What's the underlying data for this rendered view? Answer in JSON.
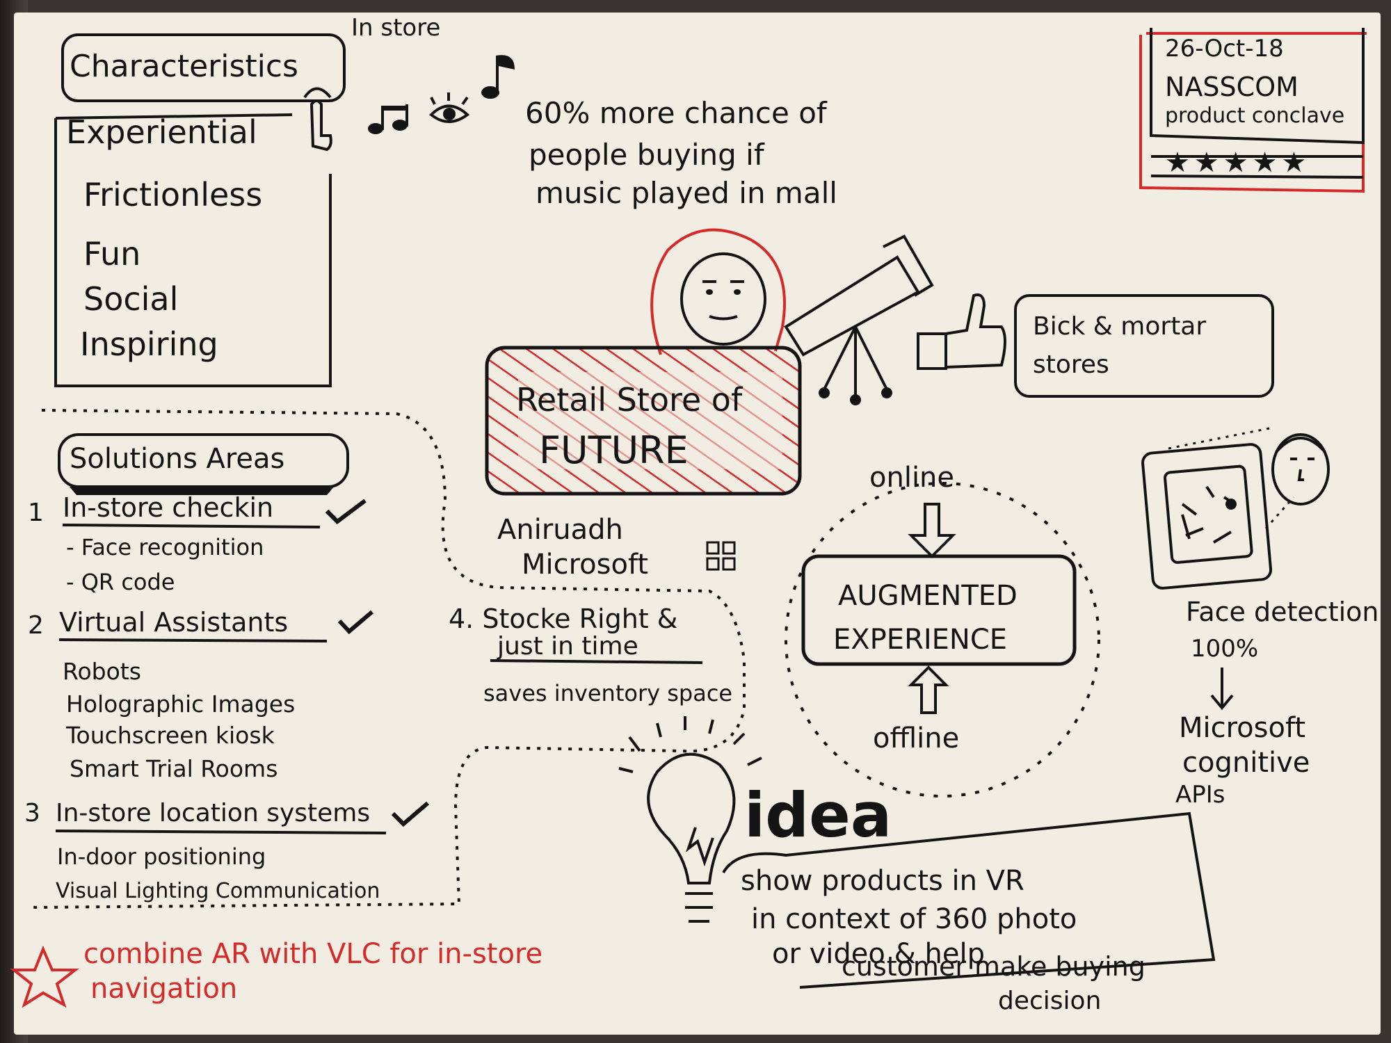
{
  "in_store_label": "In store",
  "characteristics": {
    "title": "Characteristics",
    "items": [
      "Experiential",
      "Frictionless",
      "Fun",
      "Social",
      "Inspiring"
    ]
  },
  "music_fact": [
    "60% more chance of",
    "people buying if",
    "music played in mall"
  ],
  "event": {
    "date": "26-Oct-18",
    "name": "NASSCOM",
    "subname": "product conclave",
    "rating": "★★★★★"
  },
  "center": {
    "title_line1": "Retail Store of",
    "title_line2": "FUTURE",
    "speaker": "Aniruadh",
    "company": "Microsoft"
  },
  "brick_mortar": [
    "Bick & mortar",
    "stores"
  ],
  "solutions": {
    "title": "Solutions Areas",
    "s1": {
      "num": "1",
      "title": "In-store checkin",
      "subs": [
        "- Face recognition",
        "- QR code"
      ]
    },
    "s2": {
      "num": "2",
      "title": "Virtual Assistants",
      "subs": [
        "Robots",
        "Holographic Images",
        "Touchscreen kiosk",
        "Smart Trial Rooms"
      ]
    },
    "s3": {
      "num": "3",
      "title": "In-store location systems",
      "subs": [
        "In-door positioning",
        "Visual Lighting Communication"
      ]
    },
    "s4": {
      "title_line1": "4. Stocke Right &",
      "title_line2": "just in time",
      "sub": "saves inventory space"
    }
  },
  "augmented": {
    "online": "online",
    "offline": "offline",
    "line1": "AUGMENTED",
    "line2": "EXPERIENCE"
  },
  "face_detection": {
    "line1": "Face detection",
    "line2": "100%",
    "api1": "Microsoft",
    "api2": "cognitive",
    "api3": "APIs"
  },
  "idea": {
    "title": "idea",
    "text": [
      "show products in VR",
      "in context of 360 photo",
      "or video & help",
      "customer make buying",
      "decision"
    ]
  },
  "star_note": [
    "combine AR with VLC for in-store",
    "navigation"
  ]
}
